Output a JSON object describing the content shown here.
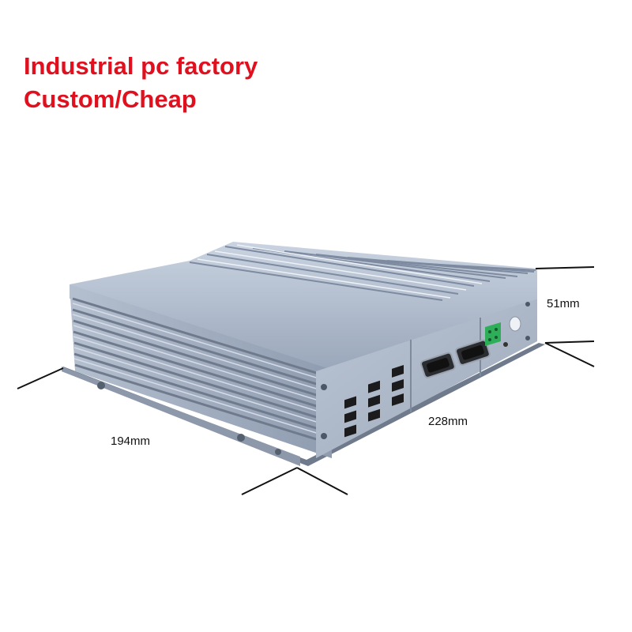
{
  "headline": {
    "line1": "Industrial pc factory",
    "line2": "Custom/Cheap"
  },
  "dimensions": {
    "height": "51mm",
    "width": "228mm",
    "depth": "194mm"
  },
  "colors": {
    "headline": "#e0101e",
    "chassis": "#a8b4c6",
    "chassis_dark": "#6f7b8c",
    "port_black": "#1b1b1d",
    "terminal_green": "#2fae5a",
    "dimension_line": "#111111"
  }
}
